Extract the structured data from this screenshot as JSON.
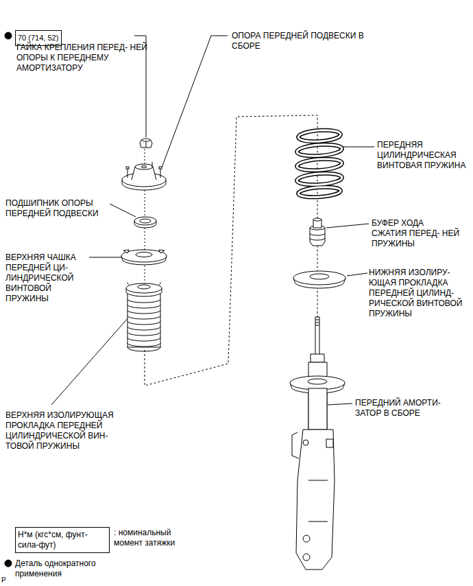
{
  "diagram": {
    "nodes": [
      {
        "text": [
          "70 (714, 52)"
        ]
      },
      {
        "text": [
          "Н*м (кгс*см, фунт-сила-фут)"
        ]
      }
    ],
    "labels": [
      "ГАЙКА КРЕПЛЕНИЯ ПЕРЕД- НЕЙ ОПОРЫ К ПЕРЕДНЕМУ АМОРТИЗАТОРУ",
      "ОПОРА ПЕРЕДНЕЙ ПОДВЕСКИ В СБОРЕ",
      "ПОДШИПНИК ОПОРЫ ПЕРЕДНЕЙ ПОДВЕСКИ",
      "ВЕРХНЯЯ ЧАШКА ПЕРЕДНЕЙ ЦИ- ЛИНДРИЧЕСКОЙ ВИНТОВОЙ ПРУЖИНЫ",
      "ВЕРХНЯЯ ИЗОЛИРУЮЩАЯ ПРОКЛАДКА ПЕРЕДНЕЙ ЦИЛИНДРИЧЕСКОЙ ВИН- ТОВОЙ ПРУЖИНЫ",
      "ПЕРЕДНЯЯ ЦИЛИНДРИЧЕСКАЯ ВИНТОВАЯ ПРУЖИНА",
      "БУФЕР ХОДА СЖАТИЯ ПЕРЕД- НЕЙ ПРУЖИНЫ",
      "НИЖНЯЯ ИЗОЛИРУ- ЮЩАЯ ПРОКЛАДКА ПЕРЕДНЕЙ ЦИЛИНД- РИЧЕСКОЙ ВИНТОВОЙ ПРУЖИНЫ",
      "ПЕРЕДНИЙ АМОРТИ- ЗАТОР В СБОРЕ",
      ": номинальный момент затяжки",
      "P"
    ],
    "legend": [
      {
        "text": "Деталь однократного применения"
      }
    ]
  }
}
